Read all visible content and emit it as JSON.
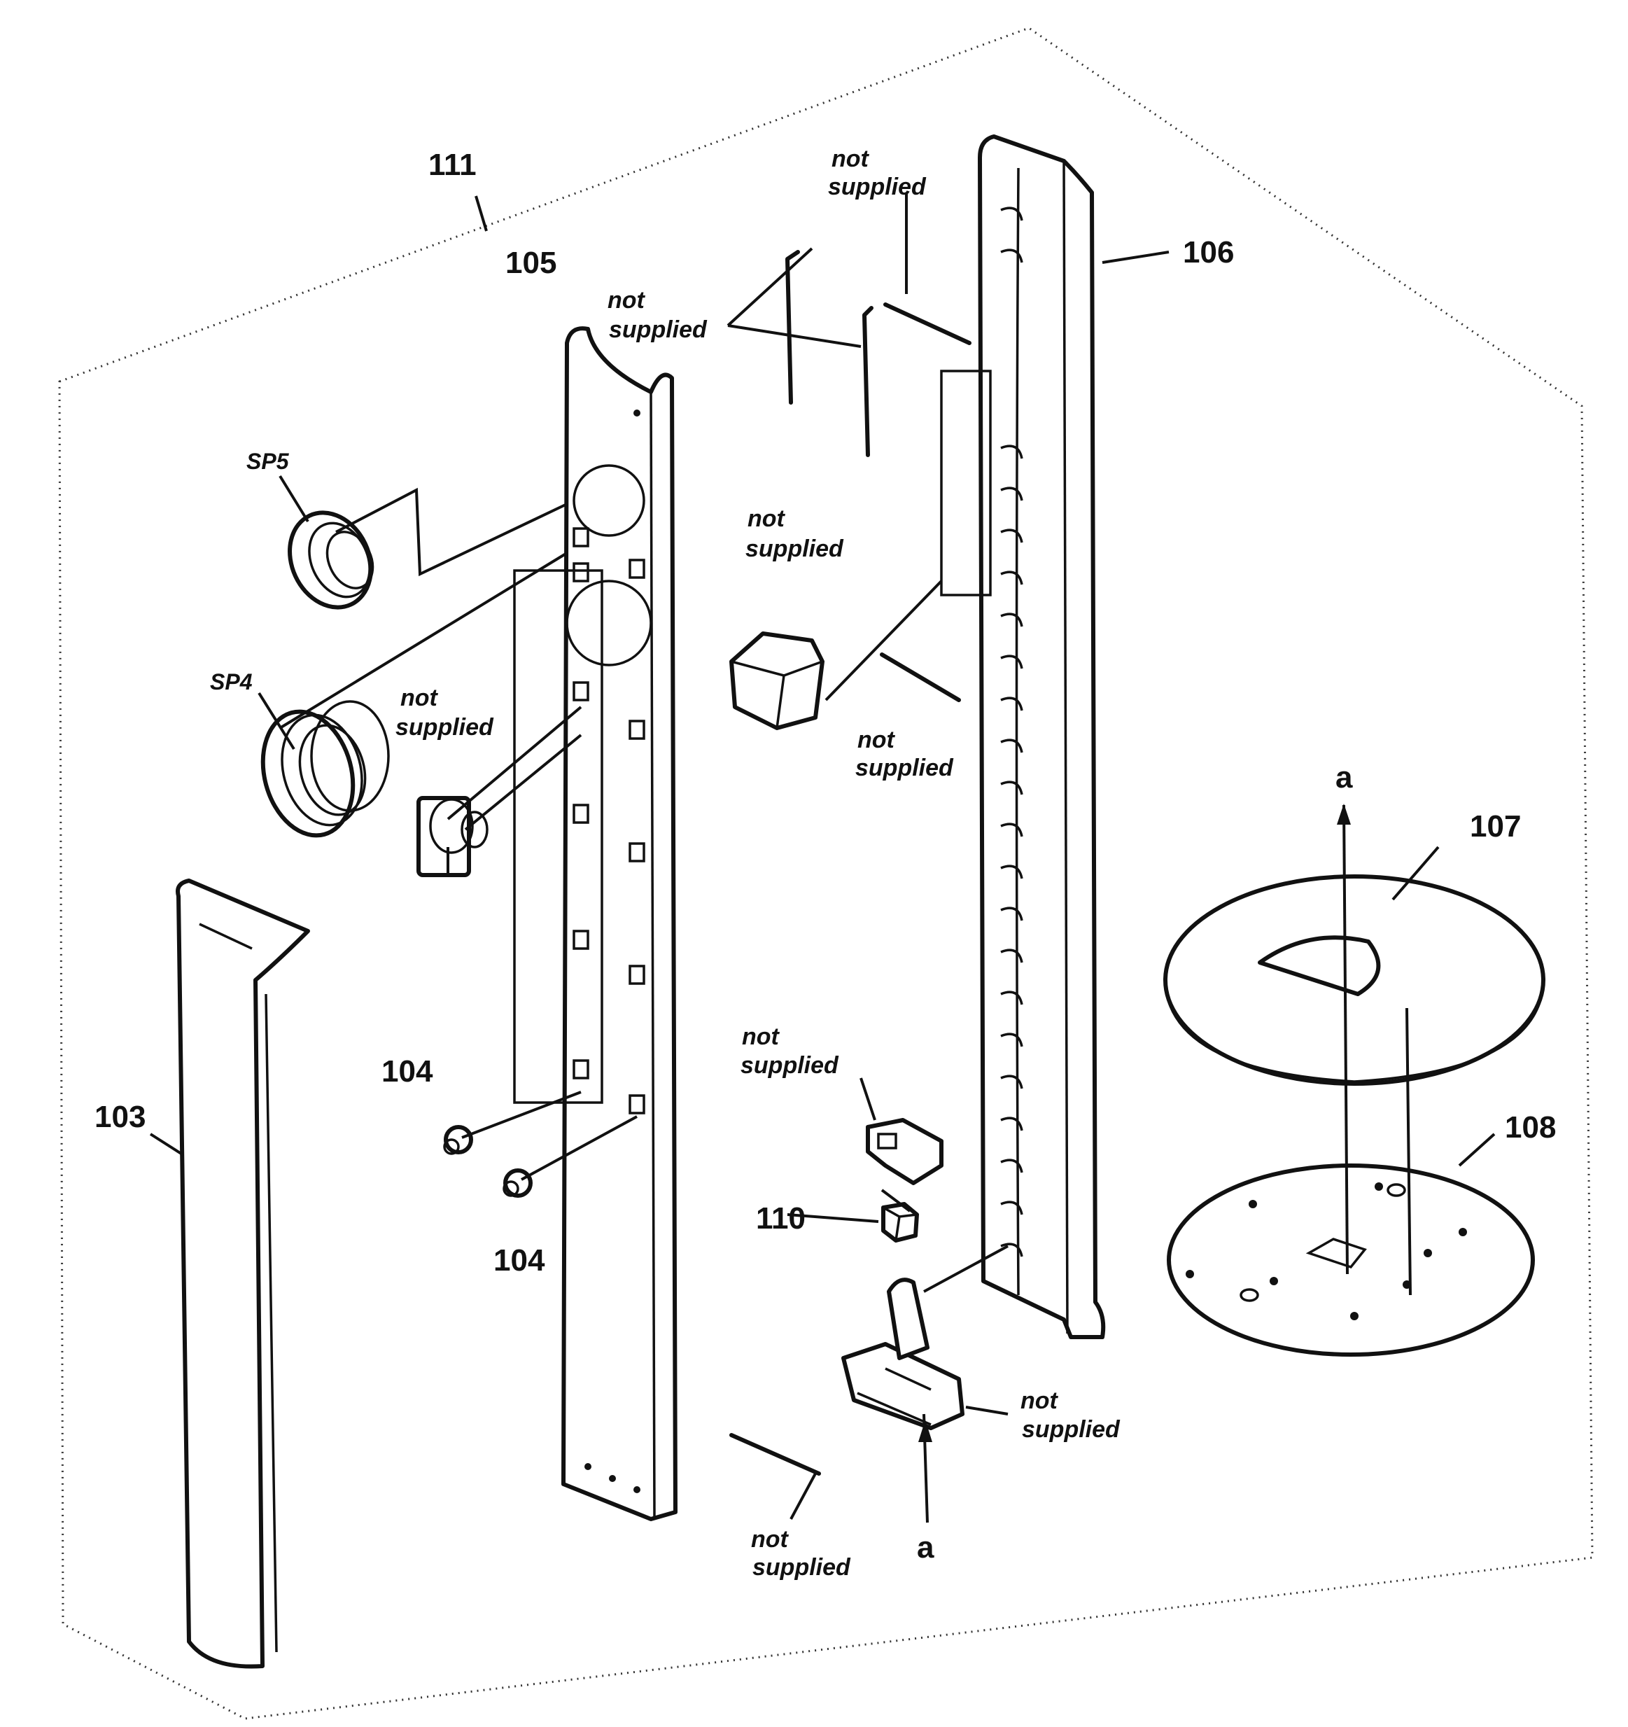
{
  "labels": {
    "p103": "103",
    "p104a": "104",
    "p104b": "104",
    "p105": "105",
    "p106": "106",
    "p107": "107",
    "p108": "108",
    "p110": "110",
    "p111": "111",
    "sp4": "SP4",
    "sp5": "SP5",
    "ref_a_top": "a",
    "ref_a_bottom": "a"
  },
  "not_supplied": {
    "line1": "not",
    "line2": "supplied"
  }
}
